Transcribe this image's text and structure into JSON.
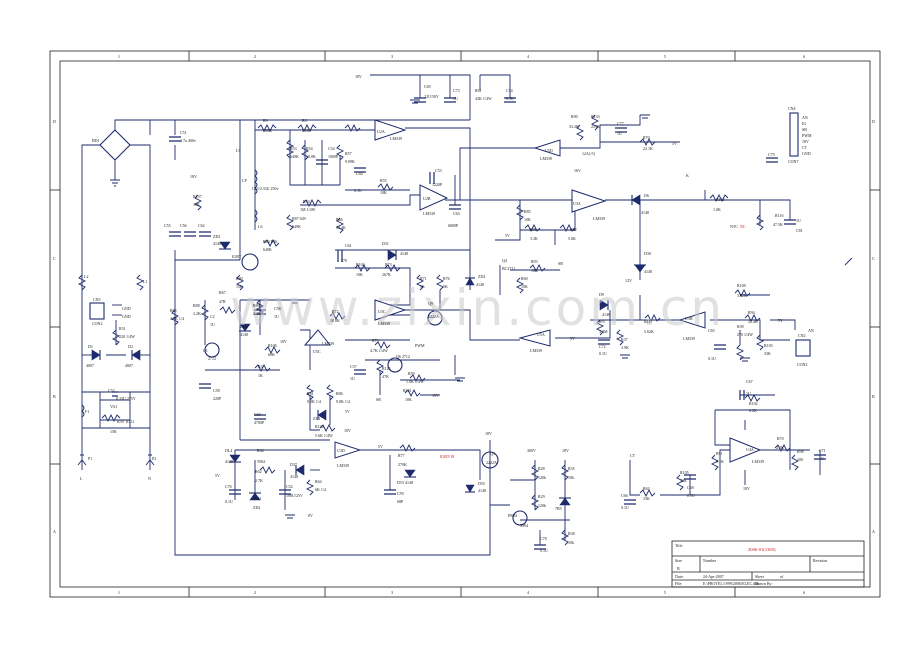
{
  "zones": {
    "cols": [
      "1",
      "2",
      "3",
      "4",
      "5",
      "6"
    ],
    "rows": [
      "D",
      "C",
      "B",
      "A"
    ]
  },
  "watermark": "www.zixin.com.cn",
  "colors": {
    "wire": "#1d2a6b",
    "highlight": "#c0161b",
    "connector_fill": "#f3e7a6"
  },
  "connector_cn4": [
    "AN",
    "IG",
    "SB",
    "PWM",
    "18V",
    "CT",
    "GND"
  ],
  "labels": {
    "bd1": "BD1",
    "c51": "C51",
    "c51_val": "4.7u 400v",
    "r9": "R9",
    "r9_val": "200K",
    "r8": "R8",
    "r8_val": "200K",
    "u2a": "U2A",
    "u2a_part": "LM339",
    "v18": "18V",
    "v5": "5V",
    "v12": "12V",
    "v16": "16V",
    "v0": "0V",
    "v300": "300V",
    "c69": "C69",
    "c69_val": "22U/50V",
    "c73": "C73",
    "c73_val": "1U",
    "r61": "R61",
    "r61_val": "43K 1/4W",
    "c74": "C74",
    "c74_val": "0.1U",
    "r90": "R90",
    "r90_val": "33.2K",
    "r133": "R133",
    "r133_val": "255K",
    "c77": "C77",
    "c77_val": "1U",
    "r70": "R70",
    "r70_val": "22.1K",
    "u5d": "U5D",
    "u5d_part": "LM339",
    "i12a": "12A(-5)",
    "cn4": "CN4",
    "con7": "CON7",
    "c75": "C75",
    "r53": "R53",
    "r53_val": "649K",
    "r54": "R54",
    "r54_val": "10.0K",
    "c54": "C54",
    "c54_val": "1000P",
    "r57": "R57",
    "r57_val": "9.09K",
    "c64": "C64",
    "c64_val": "0.1U",
    "c53": "C53",
    "c53_val": "1220P",
    "r55": "R55",
    "r55_val": "10K",
    "u2b": "U2B",
    "u2b_part": "LM339",
    "c63": "C63",
    "c63_val": "6800P",
    "r50": "R50",
    "r50_val": "1M 1/4W",
    "c53b": "C53 0.33U 250v",
    "r137": "R137",
    "r137_val": "10K",
    "c55": "C55",
    "c56": "C56",
    "c62": "C62",
    "r87": "R87 649",
    "r87_val": "649K",
    "r66": "R66",
    "r66_val": "82.4K",
    "zd2": "ZD2",
    "zd2_part": "4148",
    "r84": "R84 R86",
    "r84_val": "649K",
    "igbt": "IGBT",
    "u3a": "U3A",
    "u3a_part": "LM339",
    "d6": "D6",
    "d6_part": "4148",
    "k": "K",
    "r113": "R113",
    "r113_val": "1.0K",
    "r116": "R116",
    "r116_val": "47.5K",
    "c81": "C81",
    "c81_val": "1U",
    "nc": "NC",
    "r85": "R85",
    "r85_val": "10K",
    "r95": "R95",
    "r95_val": "3.3K",
    "r82": "R82",
    "r82_val": "5.6K",
    "d31": "D31",
    "d31_part": "4148",
    "c61": "C61",
    "c61_val": "270",
    "r104": "R104",
    "r104_val": "10K",
    "r73": "R73",
    "r73_val": "267K",
    "r71": "R71",
    "r71_val": "5K",
    "r76": "R76",
    "r76_val": "5K",
    "zd2b": "ZD2",
    "zd2b_part": "4148",
    "q4": "Q4",
    "q4_part": "BC2712",
    "r93": "R93",
    "r93_val": "10K",
    "sb": "SB",
    "r60": "R60",
    "r60_val": "10K",
    "d30": "D30",
    "d30_part": "4148",
    "d9": "D9",
    "d9_part": "4148",
    "r108": "R108",
    "r108_val": "3.62K",
    "r94": "R94",
    "r94_val": "22.4K",
    "c65": "C65",
    "c65_val": "0.1U",
    "r39": "R39",
    "r39_val": "270 1/4W",
    "r103": "R103",
    "r103_val": "33K",
    "cn2": "CN2",
    "con2": "CON2",
    "an": "AN",
    "r117": "R117",
    "r117_val": "5.62K",
    "r97": "R97",
    "r97_val": "3.3M",
    "r37": "R37",
    "r37_val": "3.9K",
    "c72": "C72",
    "c72_val": "0.1U",
    "u5a": "U5A",
    "u5a_part": "LM339",
    "u5b": "U5B",
    "u5b_part": "LM339",
    "u3c": "U3C",
    "u3c_part": "LM339",
    "q9": "Q9",
    "q9_part": "2222A",
    "r72": "R72",
    "r72_val": "10.0K",
    "u5c": "U5C",
    "u5c_part": "LM339",
    "r79": "R79",
    "r79_val": "4.7K 1/4W",
    "pwm": "PWM",
    "q6": "Q6 2712",
    "r125": "R125",
    "r125_val": "47K",
    "c57": "C57",
    "c57_val": "1U",
    "r59": "R59",
    "r59_val": "1.0K 1/4W",
    "r131": "R131",
    "r131_val": "10K",
    "r81": "R81",
    "r81_val": "9.0K 1/4",
    "r86": "R86",
    "r86_val": "9.0K 1/4",
    "zd1": "ZD1",
    "r134": "R134",
    "r134_val": "5.6K 1/4W",
    "r65": "R65",
    "r65_val": "4.7K 1/4",
    "r88": "R88",
    "r88_val": "2.2K",
    "r67": "R67",
    "r67_val": "47R",
    "r89": "R89",
    "r89_val": "2.2K",
    "c58": "C58",
    "c58_val": "1U",
    "zd6": "ZD6",
    "zd6_part": "4148",
    "r80": "R80",
    "r80_val": "15K",
    "c2": "C2",
    "c2_val": "1U",
    "q1": "Q1",
    "q1_part": "2712",
    "r106": "R106",
    "r106_val": "68K",
    "r3": "R3",
    "r3_val": "1K",
    "c58b": "C58",
    "c58b_val": "220P",
    "c60": "C60",
    "c60_val": "4700P",
    "dl4": "DL4",
    "dl4_part": "4148",
    "r44": "R44",
    "r44_val": "5904",
    "r62": "R62",
    "r62_val": "2.7K",
    "d37": "D37",
    "d37_part": "4148",
    "r64": "R64",
    "r64_val": "6K 1/4",
    "c76": "C76",
    "c76_val": "0.1U",
    "zd1b": "ZD1",
    "zd2c": "ZD2",
    "c52": "C52",
    "c52_val": "100U/25V",
    "u3d": "U3D",
    "u3d_part": "LM339",
    "r77": "R77",
    "r77_val": "270K",
    "ifb": "IGBT-18",
    "d53": "D53",
    "d53_part": "4148",
    "c59": "C59",
    "c59_val": "68P",
    "q3": "Q3",
    "q3_part": "2222A",
    "d55": "D55",
    "d55_part": "4148",
    "r28": "R28",
    "r28_val": "120k",
    "r29": "R29",
    "r29_val": "120k",
    "r35": "R35",
    "r35_val": "10k",
    "d7b5": "7B5",
    "pq4": "PR04",
    "pq4_part": "3904",
    "r38": "R38",
    "r38_val": "10k",
    "c78": "C78",
    "c78_val": "0.1U",
    "ct": "CT",
    "c66": "C66",
    "c66_val": "0.1U",
    "r63": "R63",
    "r63_val": "33K",
    "r105": "R105",
    "r105_val": "33K",
    "c68": "C68",
    "c68_val": "0.1U",
    "r91": "R91",
    "r91_val": "9.1K",
    "u4a": "U4A",
    "u4a_part": "LM339",
    "c67": "C67",
    "c67_val": "1U",
    "r102": "R102",
    "r102_val": "8.2K",
    "r70b": "R70",
    "r70b_val": "2.2K",
    "r98": "R98",
    "r98_val": "100",
    "c71": "C71",
    "c71_val": "1U",
    "cn3": "CN3",
    "gnd": "GND",
    "r31": "R31",
    "r31_val": "220 1/4W",
    "d1": "D1",
    "d1_part": "4007",
    "d2": "D2",
    "d2_part": "4007",
    "l2": "L2",
    "l1": "L1",
    "c52b": "C52",
    "c52b_val": "0.33U 275V",
    "va1": "VA1",
    "r59b": "R59",
    "r111": "R111",
    "k15": "15K",
    "f1": "F1",
    "p1": "P1",
    "l": "L",
    "p2": "P2",
    "n": "N",
    "l5": "L5",
    "l6": "L6",
    "ntc": "NTC",
    "lp": "LP"
  },
  "title_block": {
    "title_heading": "Title",
    "title_value": "2006-01(1285)",
    "size_heading": "Size",
    "size_value": "B",
    "number_heading": "Number",
    "revision_heading": "Revision",
    "date_heading": "Date:",
    "date_value": "24-Apr-2007",
    "sheet_heading": "Sheet",
    "sheet_of": "of",
    "file_heading": "File:",
    "file_value": "E:\\PROTEL\\1999\\2006\\ELEC.ddb",
    "drawn_heading": "Drawn By:"
  }
}
